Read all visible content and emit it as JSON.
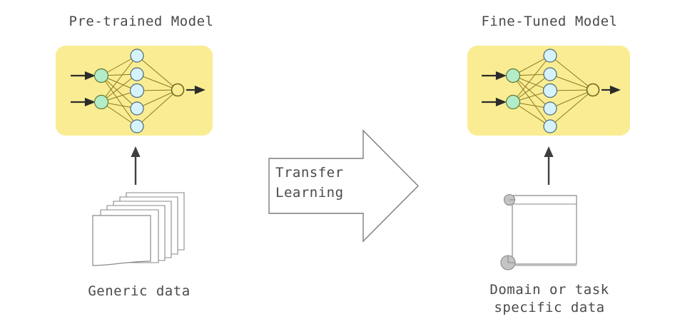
{
  "diagram": {
    "title_left": "Pre-trained Model",
    "title_right": "Fine-Tuned Model",
    "transfer_label_line1": "Transfer",
    "transfer_label_line2": "Learning",
    "data_left_label": "Generic data",
    "data_right_label_line1": "Domain or task",
    "data_right_label_line2": "specific data",
    "colors": {
      "panel": "#faec92",
      "input_node": "#b4ecc8",
      "hidden_node": "#d6f2fb",
      "output_node": "#faec92",
      "node_stroke": "#5a5a2a",
      "edge": "#8a7a20",
      "outline": "#808080",
      "text": "#4a4a4a",
      "arrow": "#3a3a3a",
      "scroll_roll": "#b8b8b8"
    },
    "network": {
      "input_nodes": 2,
      "hidden_nodes": 5,
      "output_nodes": 1
    },
    "document_stack": {
      "pages": 6
    }
  }
}
